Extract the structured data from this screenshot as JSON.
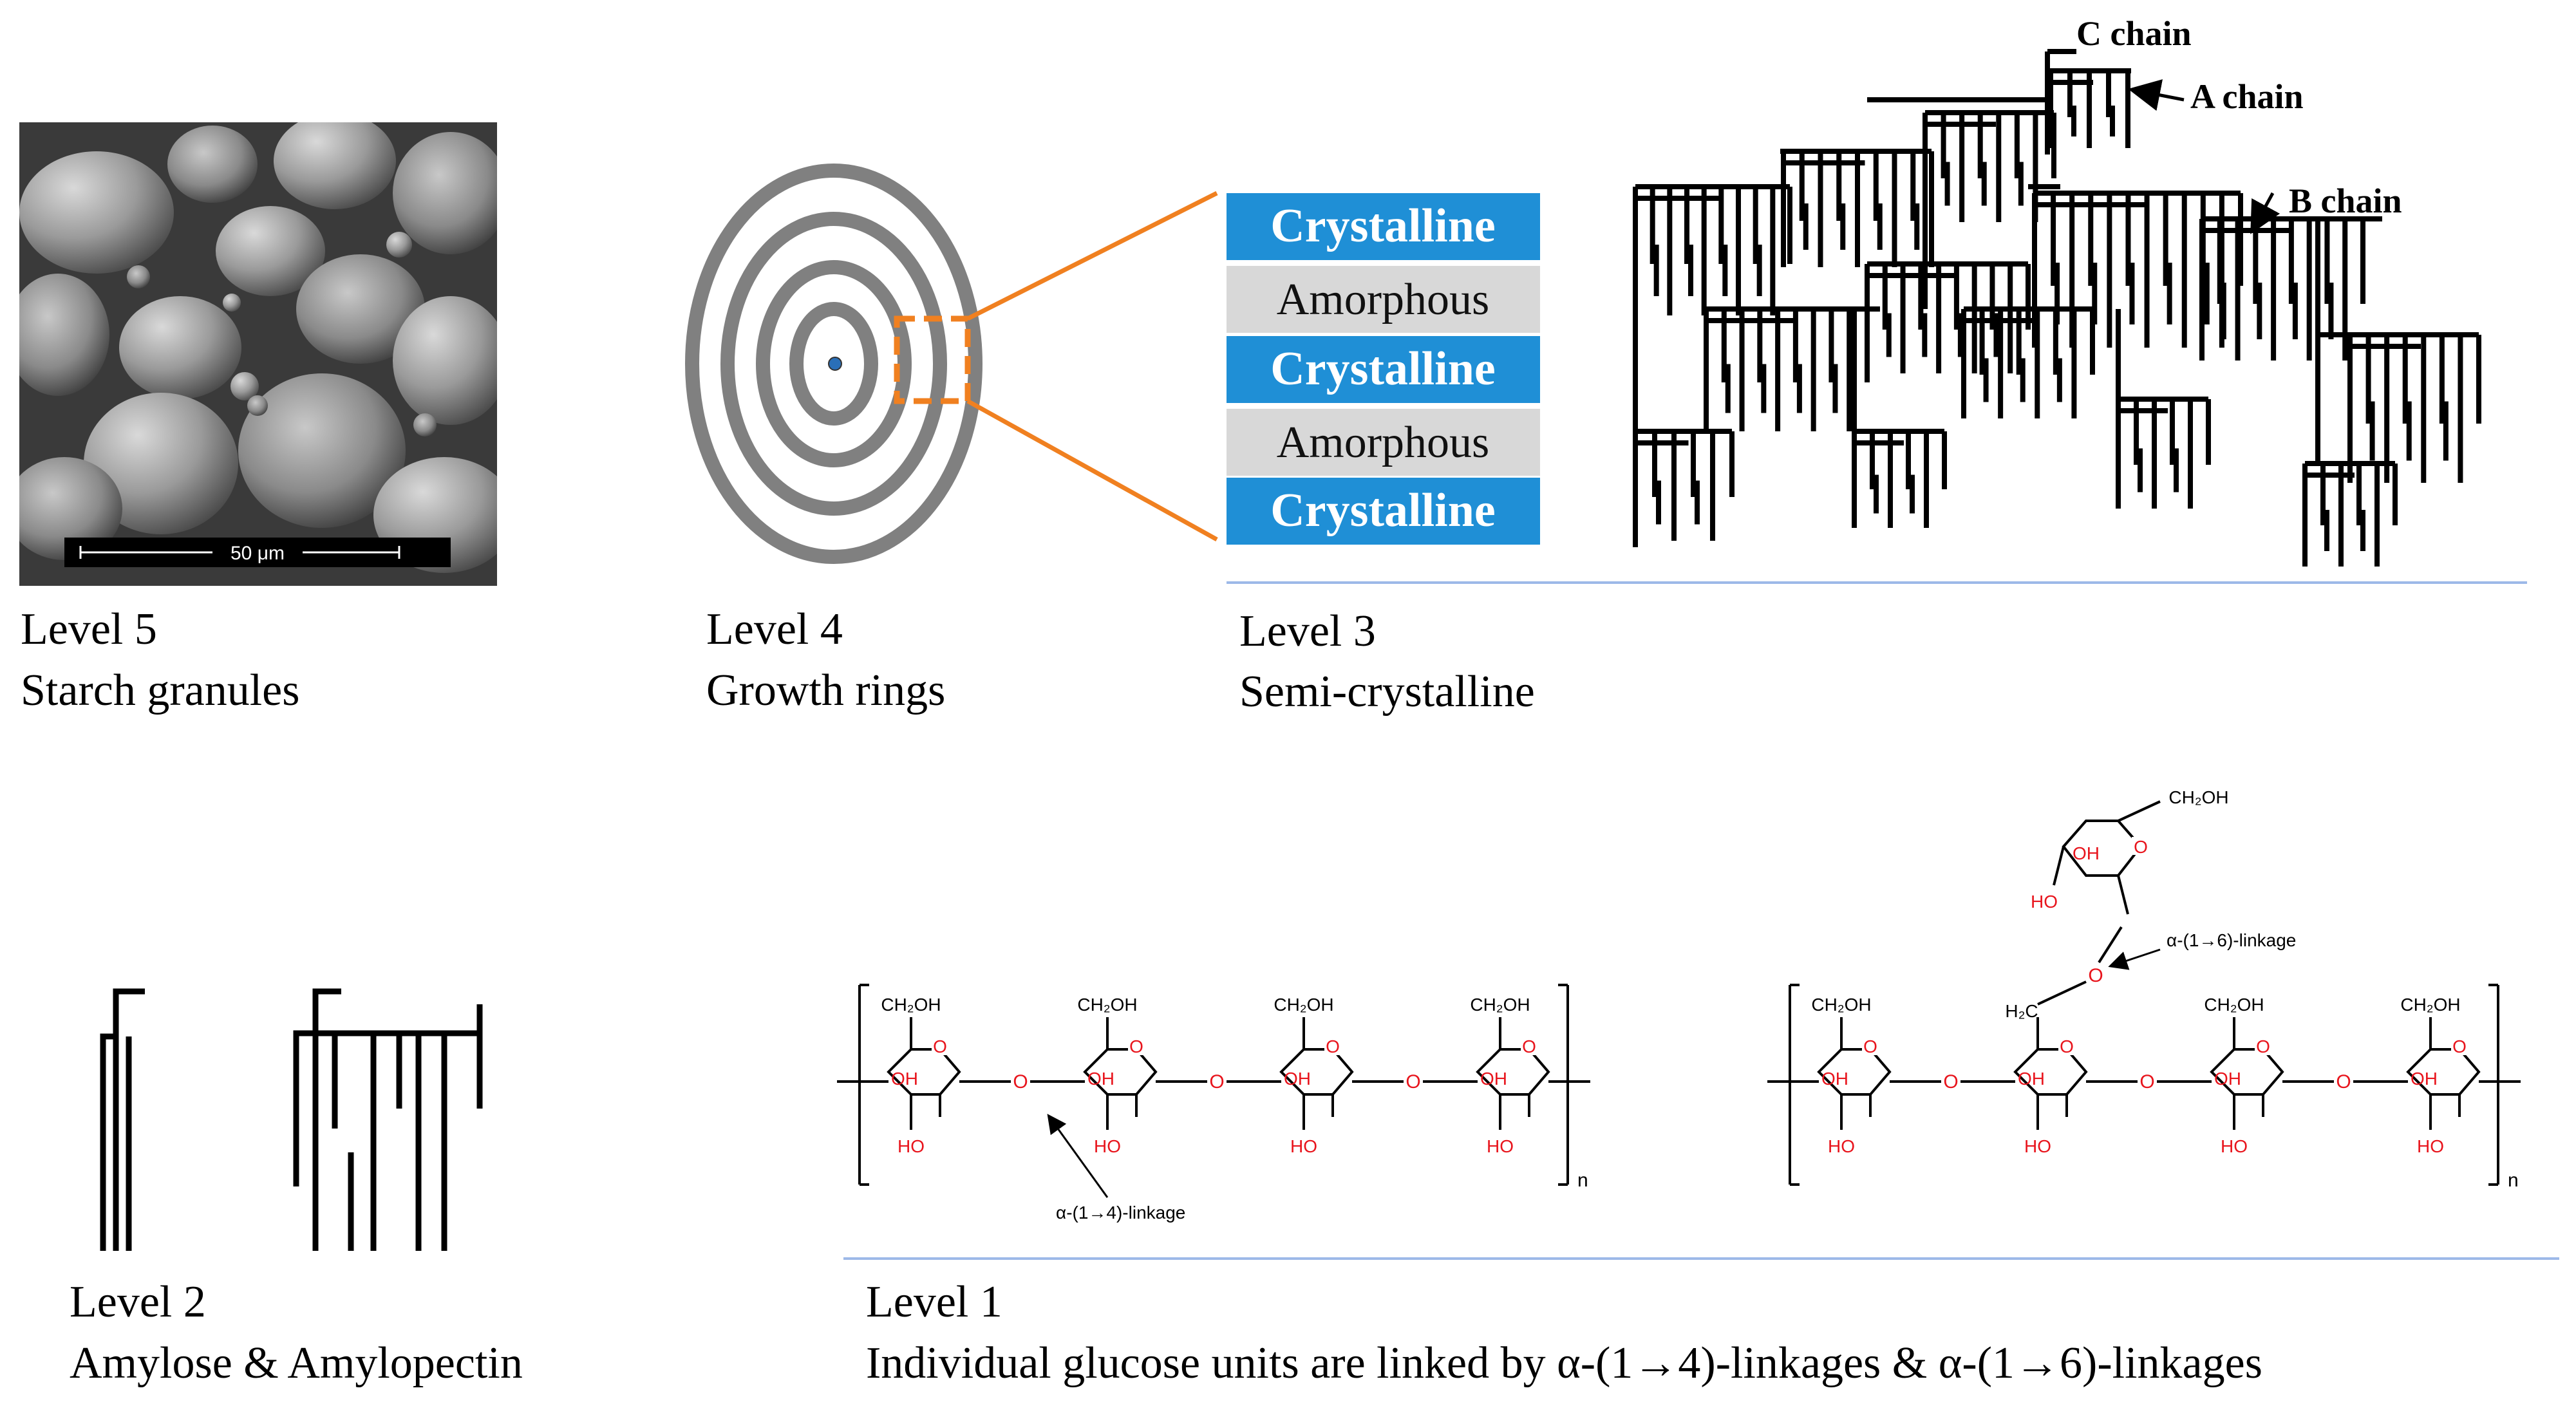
{
  "colors": {
    "crystalline": "#1f8fd6",
    "amorphous": "#d8d8d8",
    "ring": "#808080",
    "accent_orange": "#f08020",
    "oxygen_red": "#e8141c",
    "divider_blue": "#9db9e8",
    "line": "#000000"
  },
  "level5": {
    "title": "Level 5",
    "caption": "Starch granules",
    "scale_bar": "50 μm"
  },
  "level4": {
    "title": "Level 4",
    "caption": "Growth rings"
  },
  "level3": {
    "title": "Level 3",
    "caption": "Semi-crystalline",
    "layers": [
      "Crystalline",
      "Amorphous",
      "Crystalline",
      "Amorphous",
      "Crystalline"
    ],
    "chain_labels": {
      "c": "C chain",
      "a": "A chain",
      "b": "B chain"
    }
  },
  "level2": {
    "title": "Level 2",
    "caption": "Amylose & Amylopectin"
  },
  "level1": {
    "title": "Level 1",
    "caption": "Individual glucose units are linked by α-(1→4)-linkages & α-(1→6)-linkages",
    "ch2oh": "CH₂OH",
    "h2c": "H₂C",
    "o": "O",
    "oh": "OH",
    "ho": "HO",
    "n": "n",
    "linkage_14": "α-(1→4)-linkage",
    "linkage_16": "α-(1→6)-linkage"
  }
}
